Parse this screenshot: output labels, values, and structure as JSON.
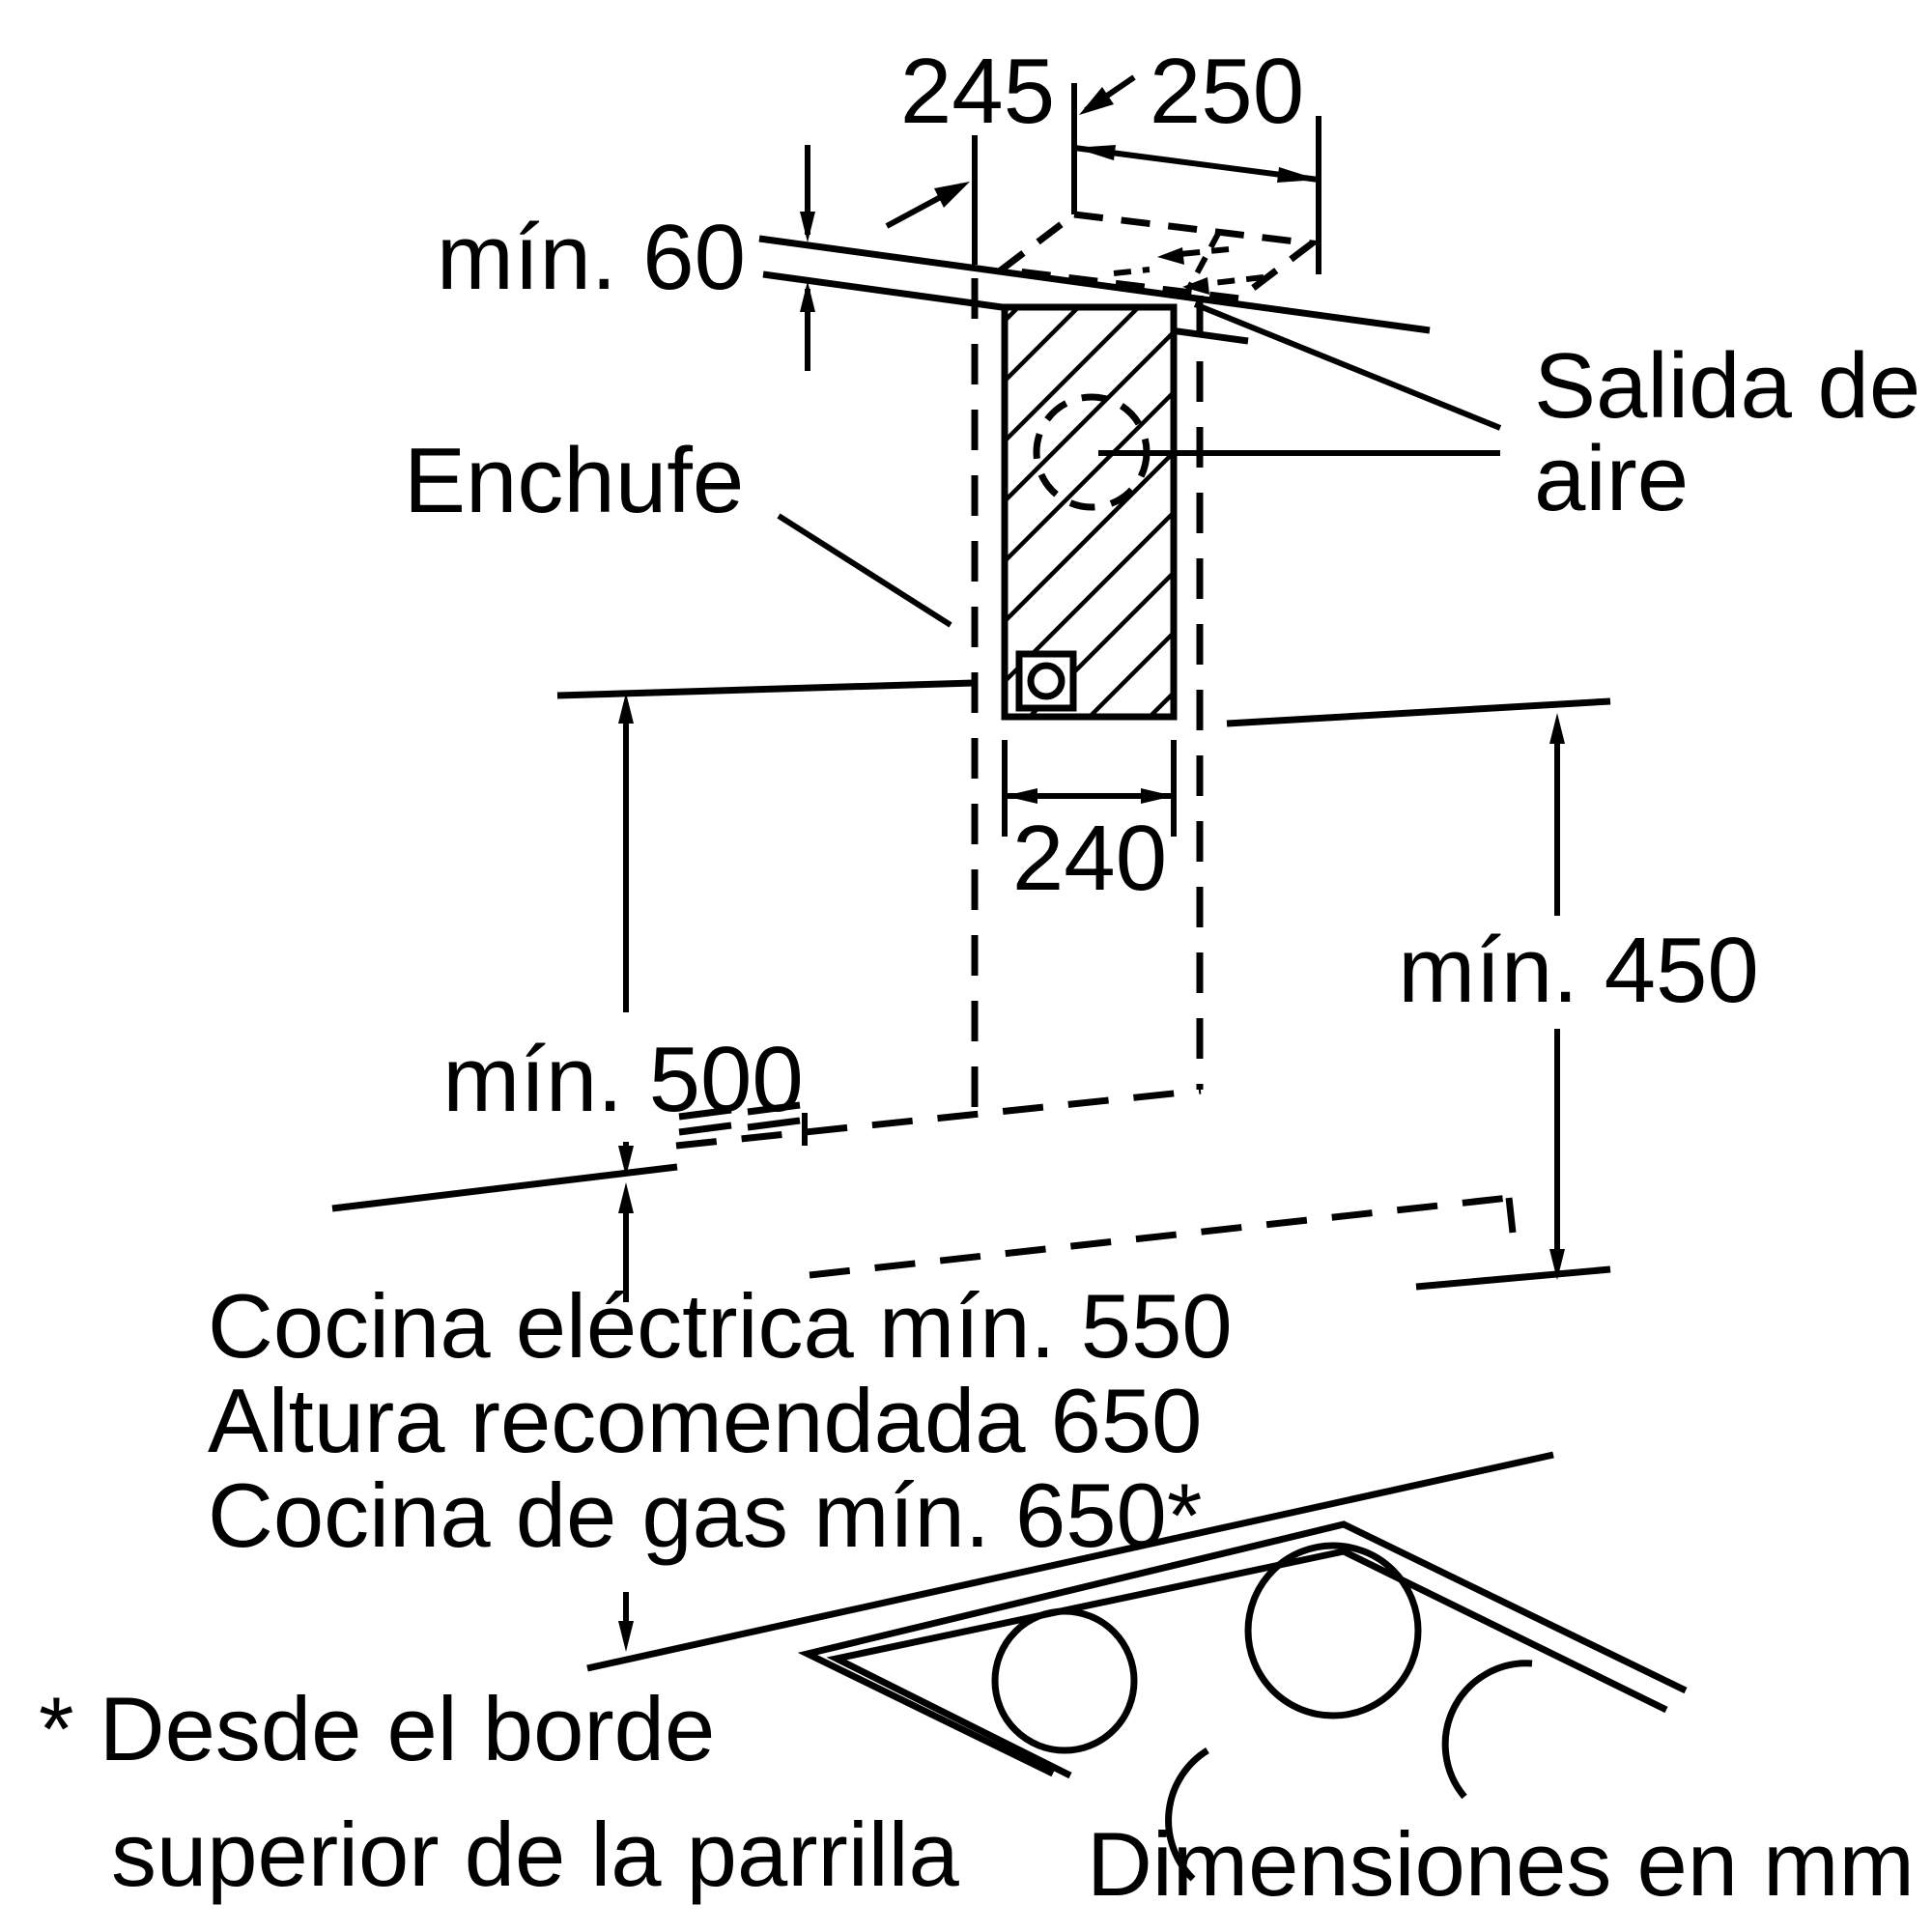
{
  "diagram": {
    "colors": {
      "ink": "#000000",
      "background": "#ffffff"
    },
    "dimensions": {
      "duct_offset": "245",
      "duct_depth": "250",
      "ceiling_gap": "mín. 60",
      "duct_width": "240",
      "min_height_left": "mín. 500",
      "min_height_right": "mín. 450"
    },
    "labels": {
      "plug": "Enchufe",
      "air_outlet_line1": "Salida de",
      "air_outlet_line2": "aire"
    },
    "clearances": {
      "line1": "Cocina eléctrica mín. 550",
      "line2": "Altura recomendada 650",
      "line3": "Cocina de gas mín. 650*"
    },
    "footnote": {
      "line1": "* Desde el borde",
      "line2": "superior de la parrilla"
    },
    "units_note": "Dimensiones en mm"
  }
}
